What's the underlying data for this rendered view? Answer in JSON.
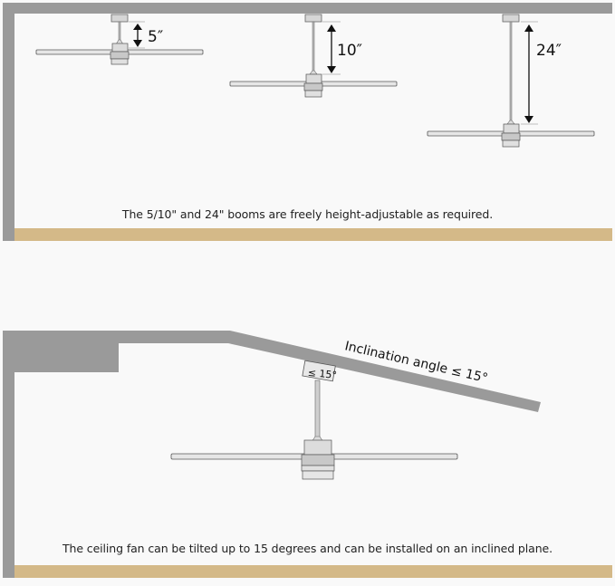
{
  "top_panel": {
    "caption": "The 5/10\" and 24\" booms are freely height-adjustable as required.",
    "fans": [
      {
        "boom_label": "5″",
        "boom_length_in": 5
      },
      {
        "boom_label": "10″",
        "boom_length_in": 10
      },
      {
        "boom_label": "24″",
        "boom_length_in": 24
      }
    ]
  },
  "bottom_panel": {
    "caption": "The ceiling fan can be tilted up to 15 degrees and can be installed on an inclined plane.",
    "incline_label": "Inclination angle ≤ 15°",
    "mount_label": "≤ 15°"
  },
  "colors": {
    "wall": "#9a9a9a",
    "floor": "#d4b988",
    "background": "#f9f9f9",
    "fan_body": "#d6d6d6",
    "outline": "#555555"
  }
}
